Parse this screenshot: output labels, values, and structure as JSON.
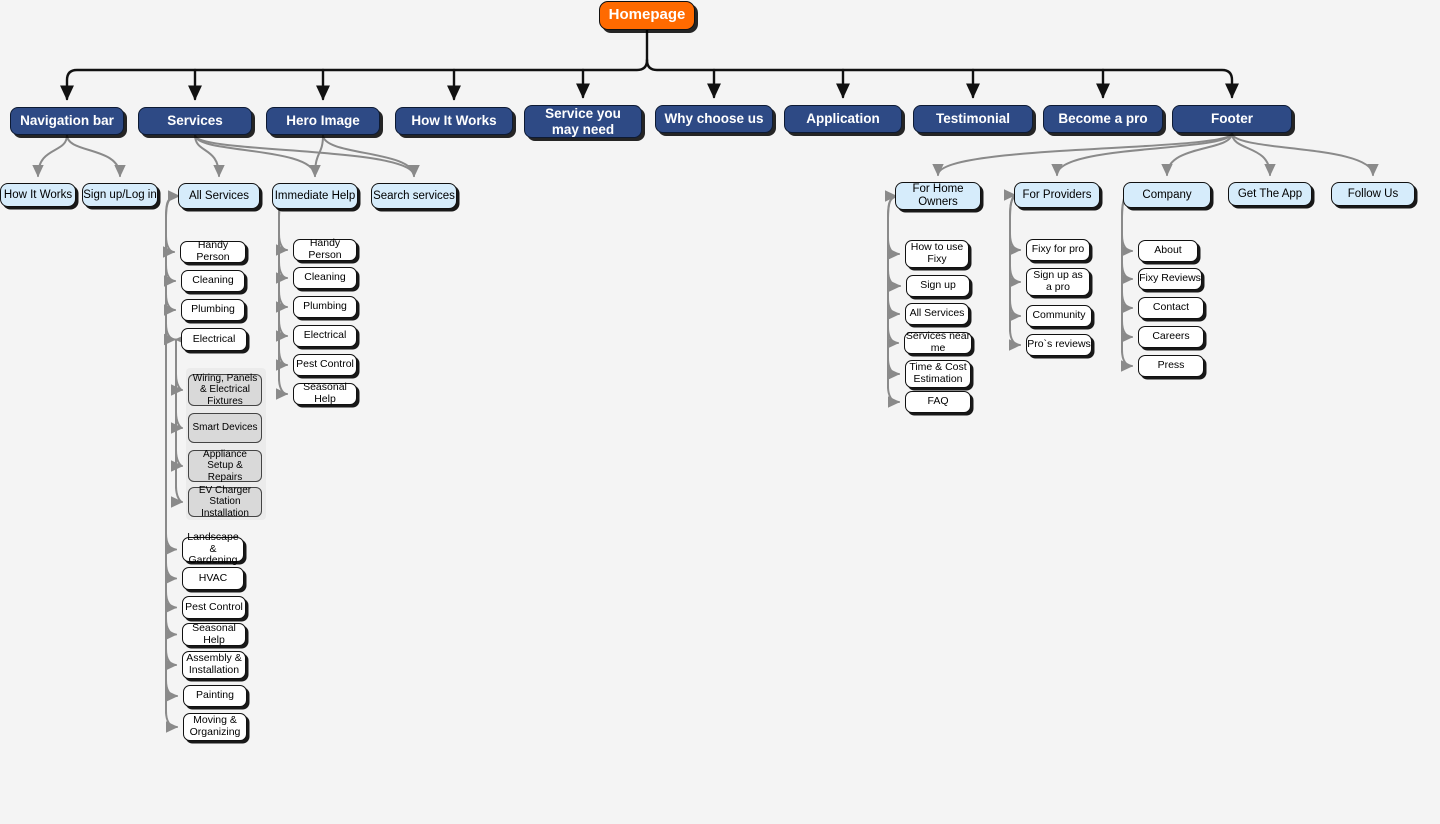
{
  "diagram": {
    "title": "Fixy Website Sitemap",
    "background": "#f4f4f4",
    "colors": {
      "root": "#ff6a00",
      "level1": "#2e4a85",
      "level2": "#d6ecfb",
      "level3": "#ffffff",
      "level4": "#d9d9d9",
      "edge_primary": "#111111",
      "edge_secondary": "#8a8a8a"
    }
  },
  "root": {
    "label": "Homepage"
  },
  "level1": [
    {
      "label": "Navigation bar"
    },
    {
      "label": "Services"
    },
    {
      "label": "Hero Image"
    },
    {
      "label": "How It Works"
    },
    {
      "label": "Service you\nmay need"
    },
    {
      "label": "Why choose us"
    },
    {
      "label": "Application"
    },
    {
      "label": "Testimonial"
    },
    {
      "label": "Become a pro"
    },
    {
      "label": "Footer"
    }
  ],
  "nav_children": [
    {
      "label": "How It Works"
    },
    {
      "label": "Sign up/Log in"
    }
  ],
  "services_children": [
    {
      "label": "All Services"
    },
    {
      "label": "Immediate Help"
    },
    {
      "label": "Search services"
    }
  ],
  "all_services_items": [
    {
      "label": "Handy Person"
    },
    {
      "label": "Cleaning"
    },
    {
      "label": "Plumbing"
    },
    {
      "label": "Electrical"
    },
    {
      "label": "Landscape &\nGardening"
    },
    {
      "label": "HVAC"
    },
    {
      "label": "Pest Control"
    },
    {
      "label": "Seasonal Help"
    },
    {
      "label": "Assembly &\nInstallation"
    },
    {
      "label": "Painting"
    },
    {
      "label": "Moving &\nOrganizing"
    }
  ],
  "electrical_items": [
    {
      "label": "Wiring, Panels\n& Electrical Fixtures"
    },
    {
      "label": "Smart Devices"
    },
    {
      "label": "Appliance Setup &\nRepairs"
    },
    {
      "label": "EV Charger\nStation Installation"
    }
  ],
  "immediate_help_items": [
    {
      "label": "Handy Person"
    },
    {
      "label": "Cleaning"
    },
    {
      "label": "Plumbing"
    },
    {
      "label": "Electrical"
    },
    {
      "label": "Pest Control"
    },
    {
      "label": "Seasonal Help"
    }
  ],
  "footer_children": [
    {
      "label": "For Home\nOwners"
    },
    {
      "label": "For Providers"
    },
    {
      "label": "Company"
    },
    {
      "label": "Get The App"
    },
    {
      "label": "Follow Us"
    }
  ],
  "home_owners_items": [
    {
      "label": "How to use\nFixy"
    },
    {
      "label": "Sign up"
    },
    {
      "label": "All Services"
    },
    {
      "label": "Services near me"
    },
    {
      "label": "Time & Cost\nEstimation"
    },
    {
      "label": "FAQ"
    }
  ],
  "providers_items": [
    {
      "label": "Fixy for pro"
    },
    {
      "label": "Sign up as\na pro"
    },
    {
      "label": "Community"
    },
    {
      "label": "Pro`s reviews"
    }
  ],
  "company_items": [
    {
      "label": "About"
    },
    {
      "label": "Fixy Reviews"
    },
    {
      "label": "Contact"
    },
    {
      "label": "Careers"
    },
    {
      "label": "Press"
    }
  ]
}
